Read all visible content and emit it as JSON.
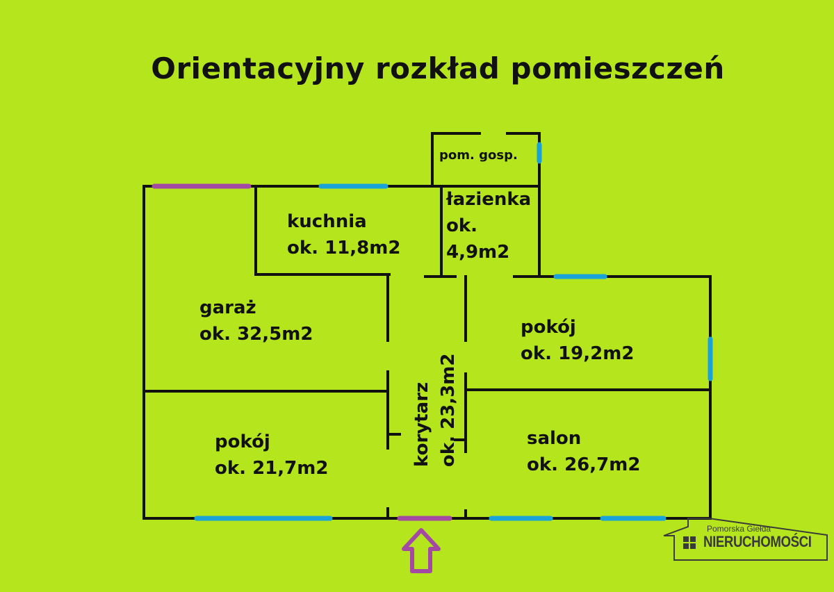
{
  "title": "Orientacyjny rozkład pomieszczeń",
  "rooms": [
    {
      "name": "pom. gosp.",
      "area": ""
    },
    {
      "name": "łazienka",
      "prefix": "ok.",
      "area": "4,9m2"
    },
    {
      "name": "kuchnia",
      "area": "ok. 11,8m2"
    },
    {
      "name": "garaż",
      "area": "ok. 32,5m2"
    },
    {
      "name": "pokój",
      "area": "ok. 19,2m2"
    },
    {
      "name": "korytarz",
      "area": "ok. 23,3m2"
    },
    {
      "name": "pokój",
      "area": "ok. 21,7m2"
    },
    {
      "name": "salon",
      "area": "ok. 26,7m2"
    }
  ],
  "legend_colors": {
    "background": "#b5e61d",
    "walls": "#111111",
    "window": "#1aa3d9",
    "door_gate": "#a349a4"
  },
  "entrance_arrow": "up-arrow",
  "logo": {
    "line1": "Pomorska Giełda",
    "line2": "NIERUCHOMOŚCI"
  }
}
